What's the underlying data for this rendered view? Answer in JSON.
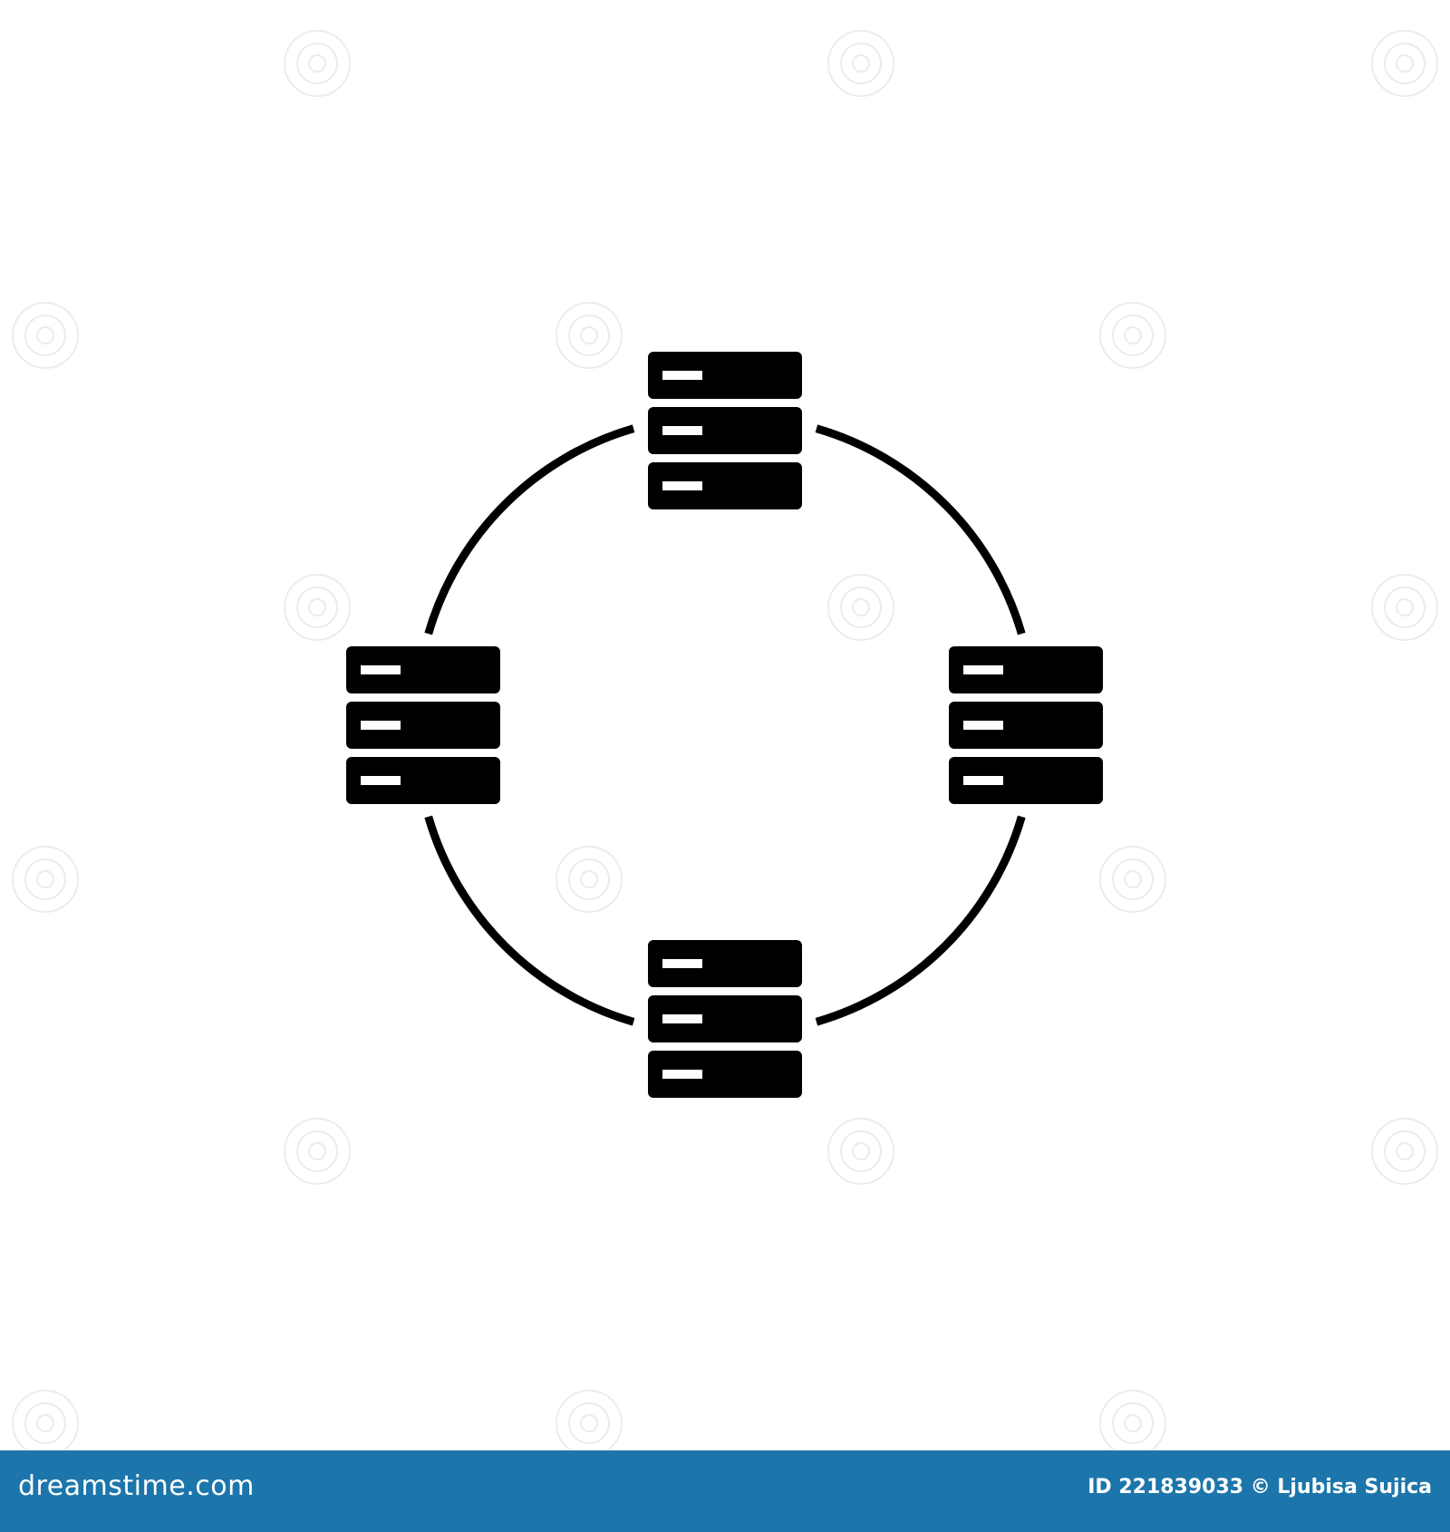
{
  "diagram": {
    "type": "ring-network",
    "nodes": [
      {
        "name": "server-top",
        "icon": "server-stack-icon"
      },
      {
        "name": "server-right",
        "icon": "server-stack-icon"
      },
      {
        "name": "server-bottom",
        "icon": "server-stack-icon"
      },
      {
        "name": "server-left",
        "icon": "server-stack-icon"
      }
    ],
    "connection": "ring",
    "colors": {
      "foreground": "#000000",
      "background": "#ffffff"
    }
  },
  "footer": {
    "logo_text": "dreamstime.com",
    "credit": "ID 221839033 © Ljubisa Sujica",
    "colors": {
      "bar": "#1c76ab",
      "text": "#ffffff"
    }
  }
}
